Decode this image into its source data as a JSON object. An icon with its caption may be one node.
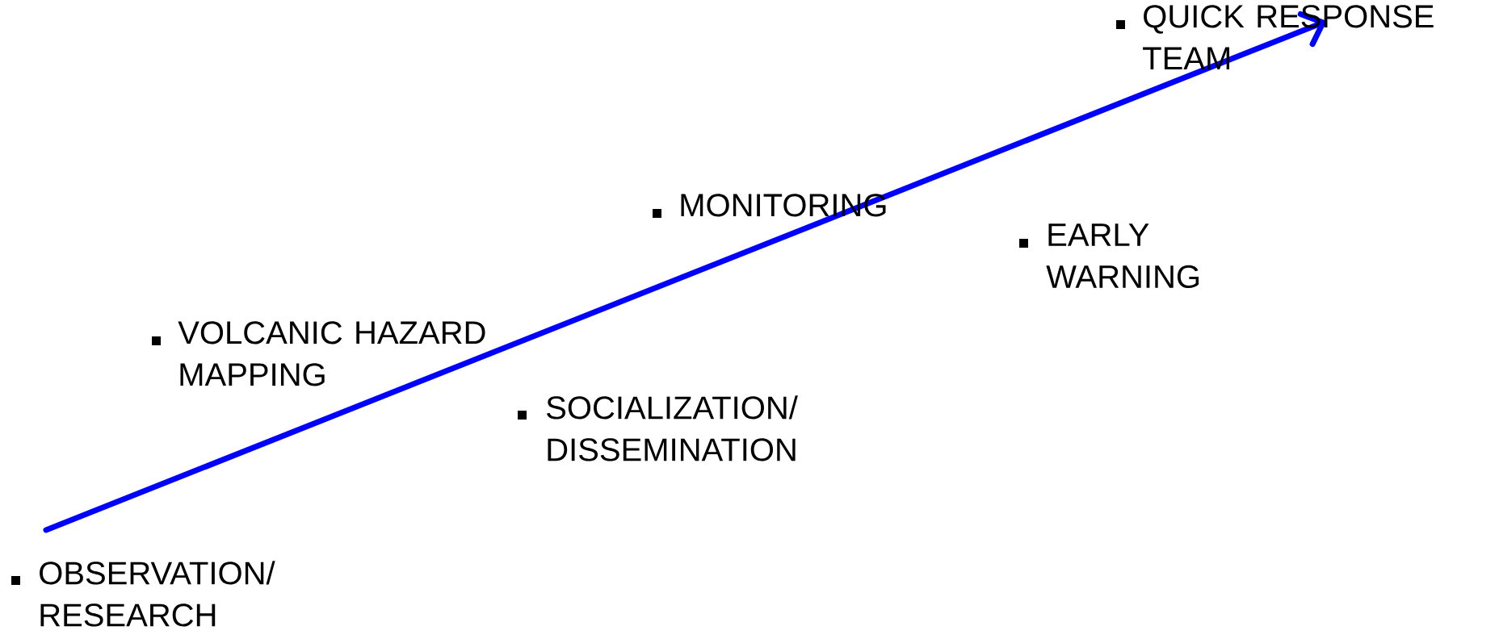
{
  "diagram": {
    "labels": [
      "OBSERVATION/ RESEARCH",
      "VOLCANIC HAZARD MAPPING",
      "SOCIALIZATION/ DISSEMINATION",
      "MONITORING",
      "EARLY WARNING",
      "QUICK RESPONSE TEAM"
    ]
  }
}
